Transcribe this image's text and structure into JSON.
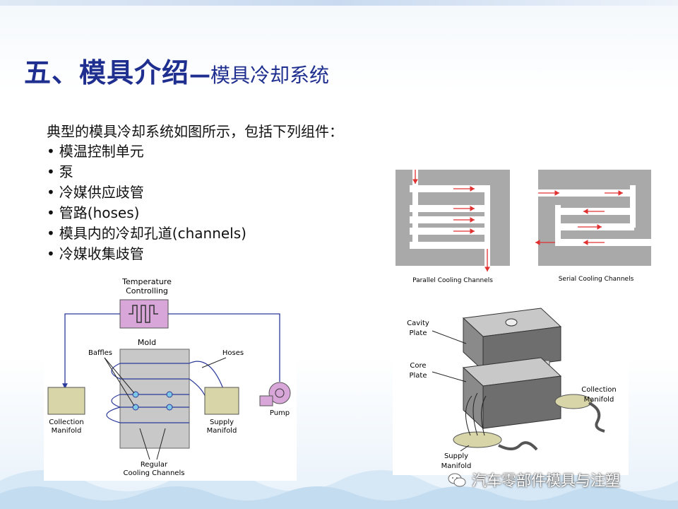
{
  "slide": {
    "title_main": "五、模具介绍",
    "title_dash": "—",
    "title_sub": "模具冷却系统",
    "intro": "典型的模具冷却系统如图所示，包括下列组件：",
    "bullets": [
      "模温控制单元",
      "泵",
      "冷媒供应歧管",
      "管路(hoses)",
      "模具内的冷却孔道(channels)",
      "冷媒收集歧管"
    ]
  },
  "diagram1": {
    "temperature": "Temperature",
    "controlling": "Controlling",
    "mold": "Mold",
    "baffles": "Baffles",
    "hoses": "Hoses",
    "collection": "Collection",
    "manifold": "Manifold",
    "supply": "Supply",
    "pump": "Pump",
    "regular": "Regular",
    "cooling_channels": "Cooling Channels"
  },
  "diagram2": {
    "parallel": "Parallel Cooling Channels",
    "serial": "Serial Cooling Channels"
  },
  "diagram3": {
    "cavity": "Cavity",
    "plate": "Plate",
    "core": "Core",
    "collection": "Collection",
    "manifold": "Manifold",
    "supply": "Supply"
  },
  "watermark": "汽车零部件模具与注塑",
  "colors": {
    "title": "#1f2f8f",
    "arrow_red": "#e03030",
    "arrow_blue": "#2a3a9a",
    "plate_gray": "#a9a9a9"
  }
}
